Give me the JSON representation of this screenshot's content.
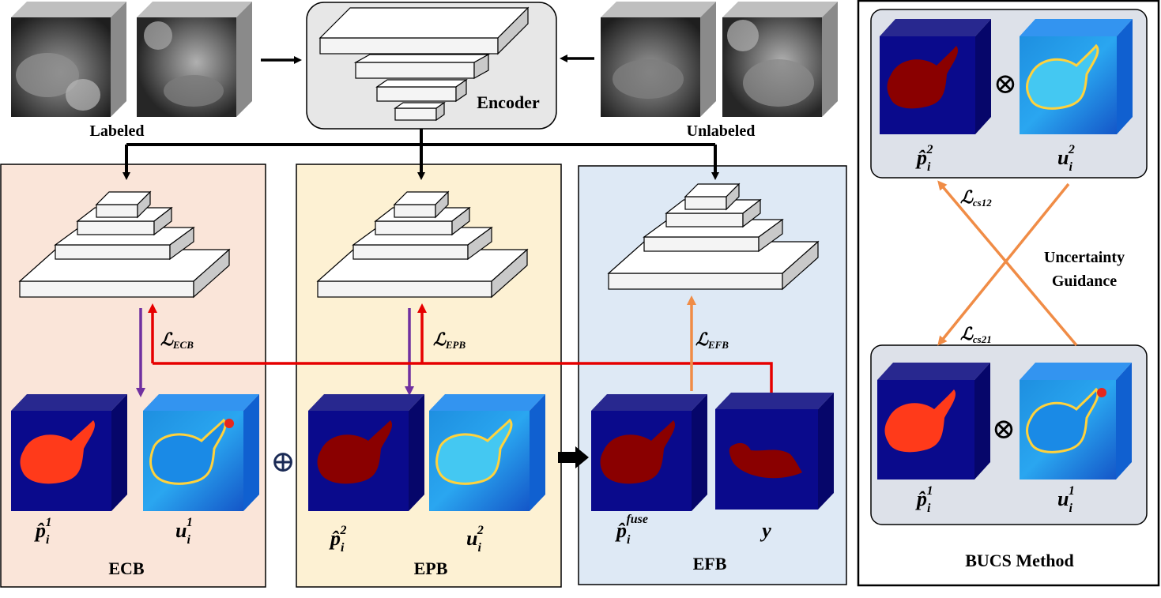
{
  "inputs": {
    "labeled": "Labeled",
    "unlabeled": "Unlabeled"
  },
  "encoder": {
    "label": "Encoder"
  },
  "branches": {
    "ecb": {
      "name": "ECB",
      "loss_sym": "ℒ",
      "loss_sub": "ECB",
      "p_base": "p̂",
      "p_sub": "i",
      "p_sup": "1",
      "u_base": "u",
      "u_sub": "i",
      "u_sup": "1",
      "color": "#fae5d9"
    },
    "epb": {
      "name": "EPB",
      "loss_sym": "ℒ",
      "loss_sub": "EPB",
      "p_base": "p̂",
      "p_sub": "i",
      "p_sup": "2",
      "u_base": "u",
      "u_sub": "i",
      "u_sup": "2",
      "color": "#fdf1d3"
    },
    "efb": {
      "name": "EFB",
      "loss_sym": "ℒ",
      "loss_sub": "EFB",
      "p_base": "p̂",
      "p_sub": "i",
      "p_sup": "fuse",
      "y_label": "y",
      "color": "#dee9f5"
    }
  },
  "operators": {
    "oplus": "⊕",
    "otimes": "⊗"
  },
  "bucs": {
    "title": "BUCS Method",
    "guidance_line1": "Uncertainty",
    "guidance_line2": "Guidance",
    "loss12_sym": "ℒ",
    "loss12_sub": "cs12",
    "loss21_sym": "ℒ",
    "loss21_sub": "cs21",
    "top": {
      "p_sup": "2",
      "u_sup": "2"
    },
    "bottom": {
      "p_sup": "1",
      "u_sup": "1"
    },
    "panel_color": "#dde1e9"
  },
  "colors": {
    "red": "#e60000",
    "purple": "#7030a0",
    "orange": "#f08c46",
    "black": "#000000"
  }
}
